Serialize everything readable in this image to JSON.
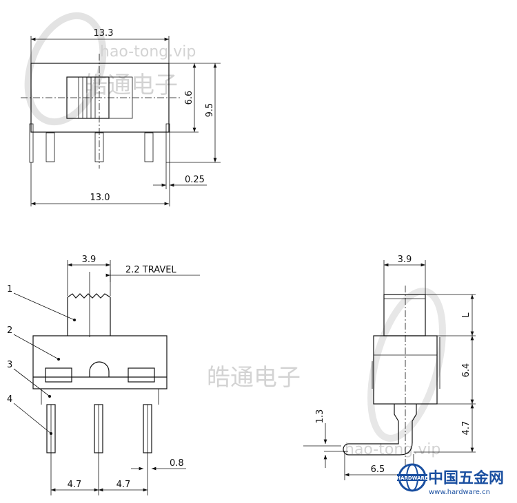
{
  "watermark": {
    "url": "hao-tong.vip",
    "name": "皓通电子"
  },
  "top_view": {
    "width_top": "13.3",
    "slider_height": "6.6",
    "total_height": "9.5",
    "pin_thickness": "0.25",
    "width_bottom": "13.0"
  },
  "front_view": {
    "actuator_width": "3.9",
    "travel": "2.2 TRAVEL",
    "callouts": [
      "1",
      "2",
      "3",
      "4"
    ],
    "pin_pitch_left": "4.7",
    "pin_pitch_right": "4.7",
    "pin_width": "0.8"
  },
  "side_view": {
    "actuator_width": "3.9",
    "actuator_length": "L",
    "body_height": "6.4",
    "pin_length": "4.7",
    "bend_height": "1.3",
    "bend_length": "6.5"
  },
  "logo": {
    "title": "中国五金网",
    "badge": "HARDWARE",
    "url": "www.hardware.cn"
  }
}
